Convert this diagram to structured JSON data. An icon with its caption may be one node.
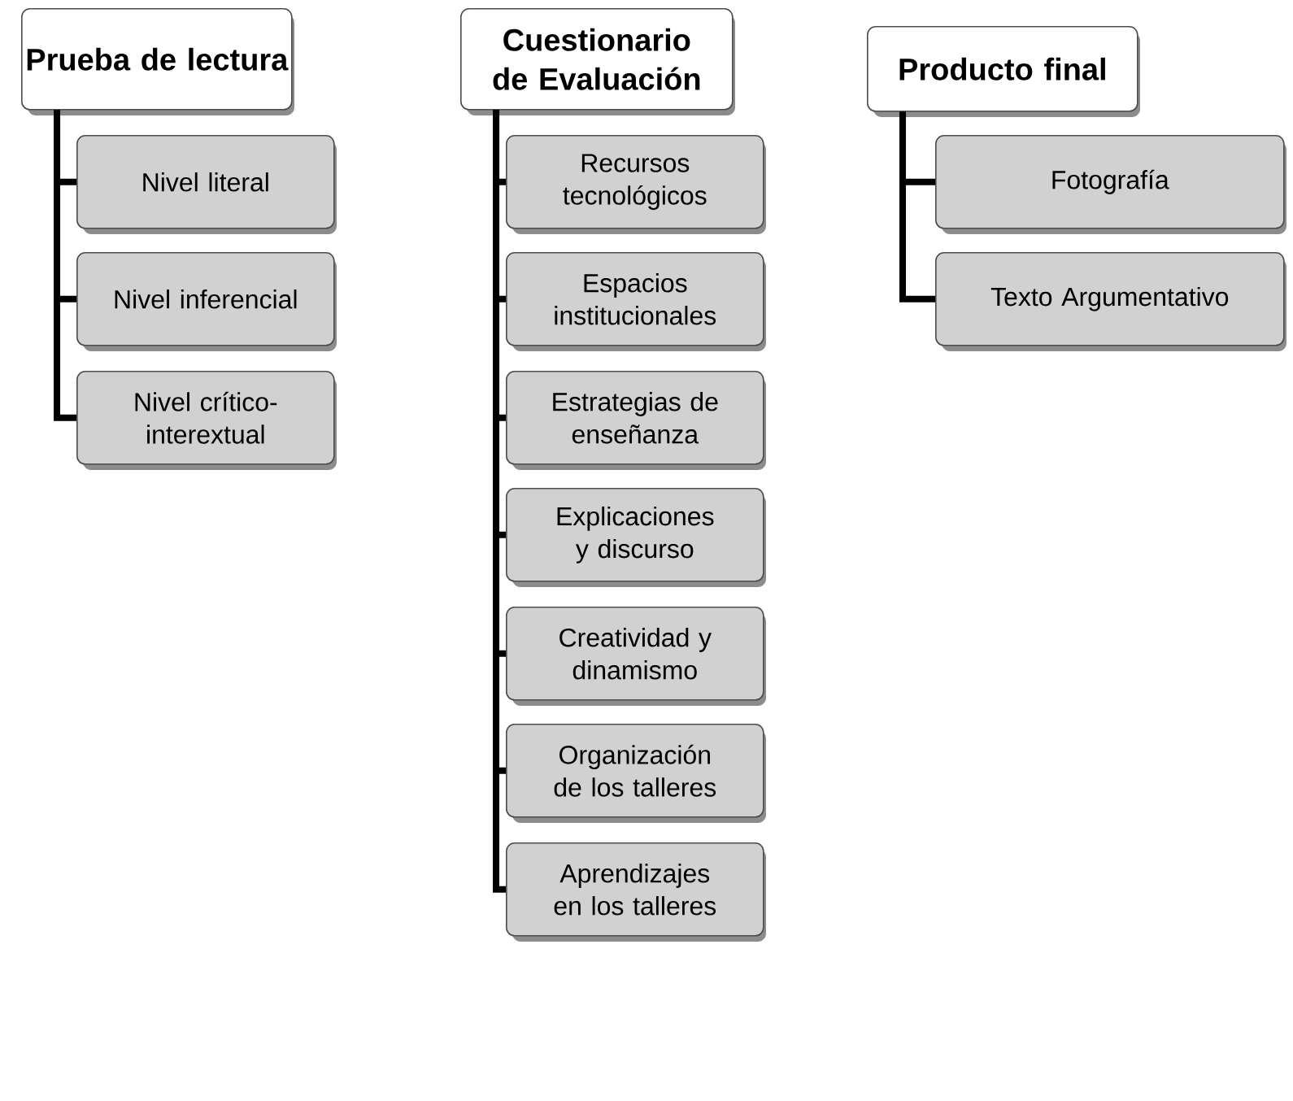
{
  "diagram": {
    "nodes": [
      {
        "text": [
          "Prueba de lectura"
        ]
      },
      {
        "text": [
          "Nivel literal"
        ]
      },
      {
        "text": [
          "Nivel inferencial"
        ]
      },
      {
        "text": [
          "Nivel crítico-interextual"
        ]
      },
      {
        "text": [
          "Cuestionario de Evaluación"
        ]
      },
      {
        "text": [
          "Recursos tecnológicos"
        ]
      },
      {
        "text": [
          "Espacios institucionales"
        ]
      },
      {
        "text": [
          "Estrategias de enseñanza"
        ]
      },
      {
        "text": [
          "Explicaciones y discurso"
        ]
      },
      {
        "text": [
          "Creatividad y dinamismo"
        ]
      },
      {
        "text": [
          "Organización de los talleres"
        ]
      },
      {
        "text": [
          "Aprendizajes en los talleres"
        ]
      },
      {
        "text": [
          "Producto final"
        ]
      },
      {
        "text": [
          "Fotografía"
        ]
      },
      {
        "text": [
          "Texto Argumentativo"
        ]
      }
    ],
    "edges": [
      {
        "from": 0,
        "to": 1,
        "arrow": "none"
      },
      {
        "from": 0,
        "to": 2,
        "arrow": "none"
      },
      {
        "from": 0,
        "to": 3,
        "arrow": "none"
      },
      {
        "from": 4,
        "to": 5,
        "arrow": "none"
      },
      {
        "from": 4,
        "to": 6,
        "arrow": "none"
      },
      {
        "from": 4,
        "to": 7,
        "arrow": "none"
      },
      {
        "from": 4,
        "to": 8,
        "arrow": "none"
      },
      {
        "from": 4,
        "to": 9,
        "arrow": "none"
      },
      {
        "from": 4,
        "to": 10,
        "arrow": "none"
      },
      {
        "from": 4,
        "to": 11,
        "arrow": "none"
      },
      {
        "from": 12,
        "to": 13,
        "arrow": "none"
      },
      {
        "from": 12,
        "to": 14,
        "arrow": "none"
      }
    ]
  }
}
